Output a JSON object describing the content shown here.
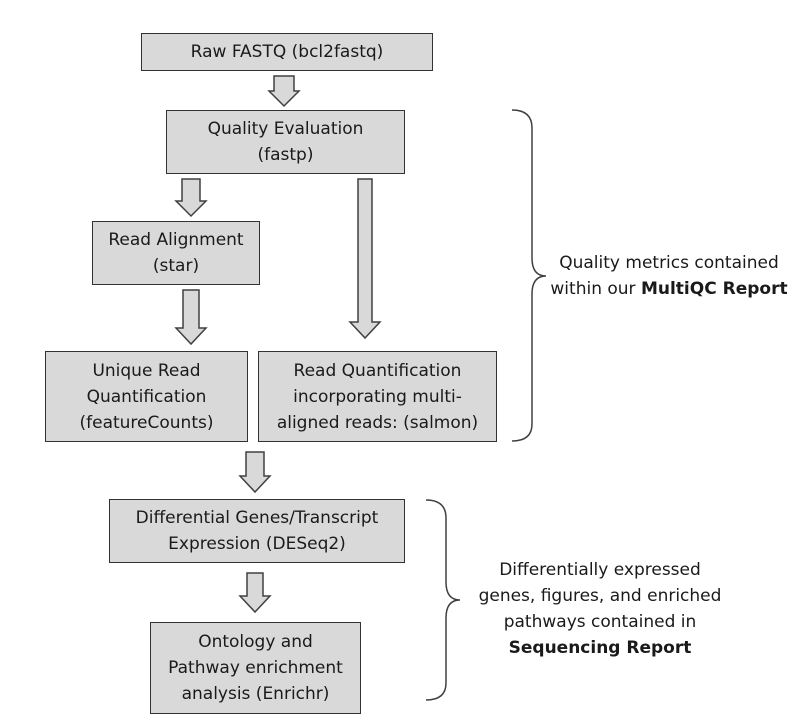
{
  "steps": {
    "raw": {
      "line1": "Raw FASTQ (bcl2fastq)"
    },
    "quality": {
      "line1": "Quality Evaluation",
      "line2": "(fastp)"
    },
    "alignment": {
      "line1": "Read Alignment",
      "line2": "(star)"
    },
    "unique": {
      "line1": "Unique Read",
      "line2": "Quantification",
      "line3": "(featureCounts)"
    },
    "salmon": {
      "line1": "Read Quantification",
      "line2": "incorporating multi-",
      "line3": "aligned reads: (salmon)"
    },
    "deseq": {
      "line1": "Differential Genes/Transcript",
      "line2": "Expression (DESeq2)"
    },
    "enrichr": {
      "line1": "Ontology and",
      "line2": "Pathway enrichment",
      "line3": "analysis (Enrichr)"
    }
  },
  "notes": {
    "multiqc": {
      "line1": "Quality metrics contained",
      "line2_prefix": "within our ",
      "line2_bold": "MultiQC Report"
    },
    "sequencing": {
      "line1": "Differentially expressed",
      "line2": "genes, figures, and enriched",
      "line3": "pathways contained in",
      "line4_bold": "Sequencing Report"
    }
  },
  "colors": {
    "box_fill": "#d9d9d9",
    "box_border": "#333333",
    "arrow_fill": "#d9d9d9",
    "arrow_stroke": "#404040",
    "brace": "#404040"
  }
}
